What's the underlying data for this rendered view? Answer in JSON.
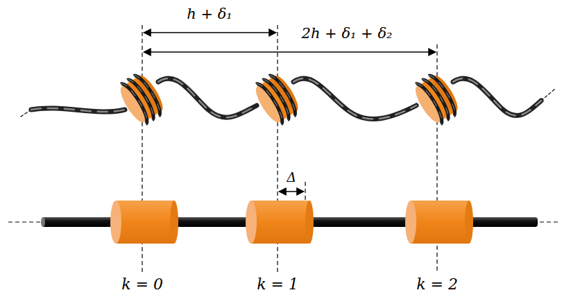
{
  "diagram": {
    "labels": [
      "h + δ₁",
      "2h + δ₁ + δ₂",
      "Δ",
      "k = 0",
      "k = 1",
      "k = 2"
    ]
  }
}
